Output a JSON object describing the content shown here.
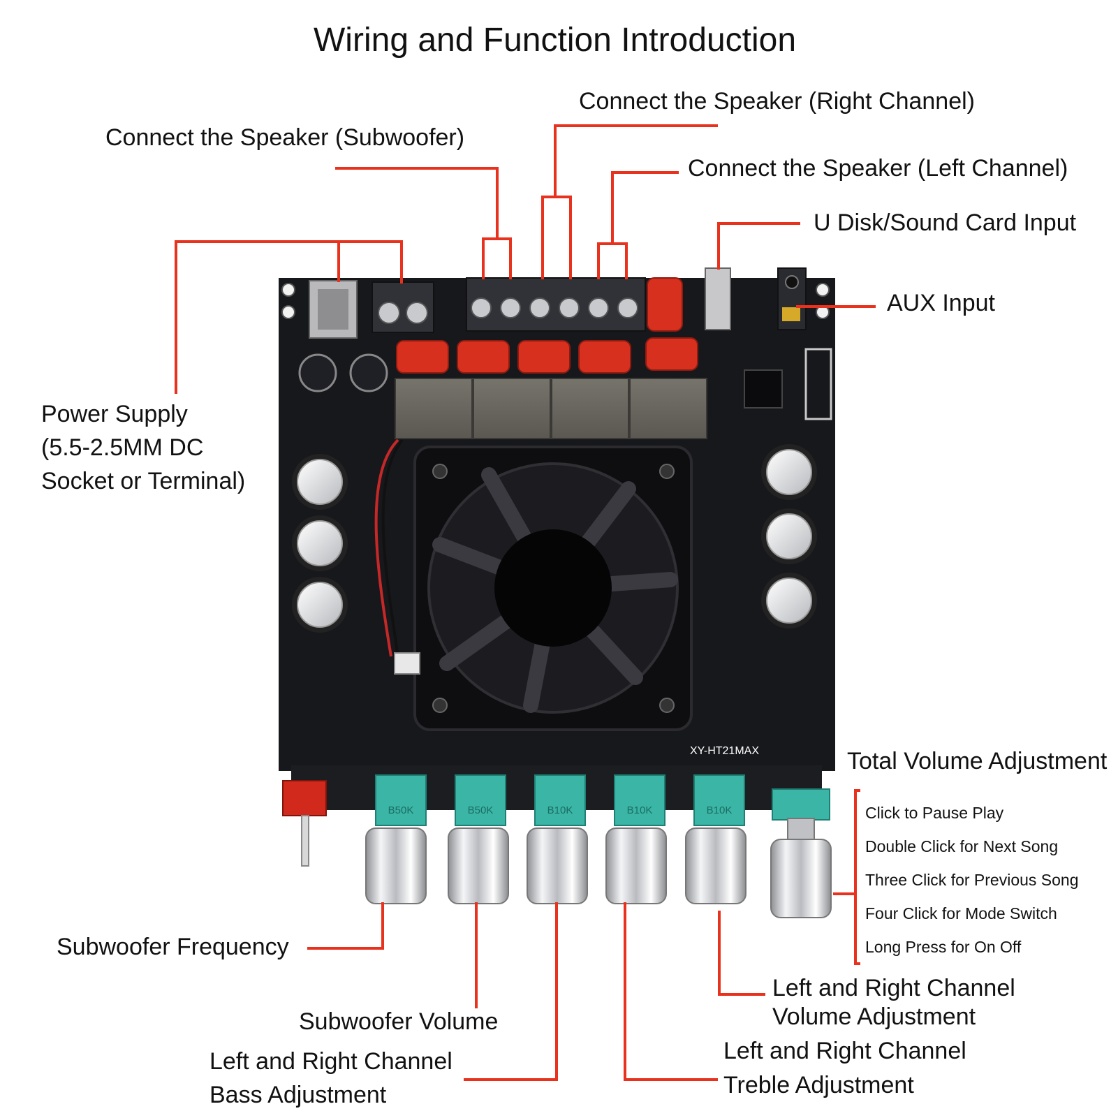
{
  "title": "Wiring and Function Introduction",
  "labels": {
    "speaker_right": "Connect the Speaker (Right Channel)",
    "speaker_sub": "Connect the Speaker (Subwoofer)",
    "speaker_left": "Connect the Speaker (Left Channel)",
    "udisk": "U Disk/Sound Card Input",
    "aux": "AUX Input",
    "power_1": "Power Supply",
    "power_2": "(5.5-2.5MM DC",
    "power_3": "Socket or Terminal)",
    "total_volume": "Total Volume Adjustment",
    "sub_freq": "Subwoofer Frequency",
    "sub_volume": "Subwoofer Volume",
    "bass_1": "Left and Right Channel",
    "bass_2": "Bass Adjustment",
    "treble_1": "Left and Right Channel",
    "treble_2": "Treble Adjustment",
    "lrvol_1": "Left and Right Channel",
    "lrvol_2": "Volume Adjustment"
  },
  "total_volume_functions": [
    "Click to Pause Play",
    "Double Click for Next Song",
    "Three Click for Previous Song",
    "Four Click for Mode Switch",
    "Long Press for On Off"
  ],
  "board": {
    "model": "XY-HT21MAX",
    "pot_values": [
      "B50K",
      "B50K",
      "B10K",
      "B10K",
      "B10K"
    ]
  },
  "colors": {
    "leader": "#e8321e",
    "pcb": "#17181c",
    "capacitor_red": "#d7301f",
    "pot_teal": "#3bb5a6",
    "background": "#ffffff"
  }
}
